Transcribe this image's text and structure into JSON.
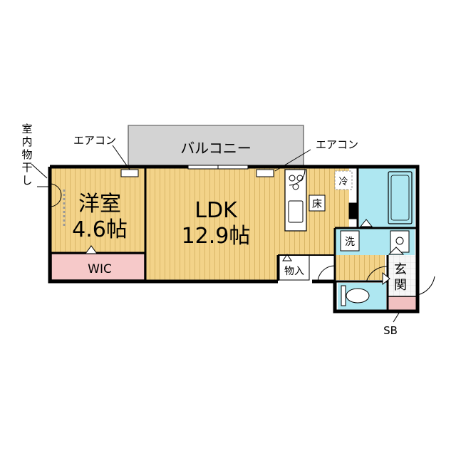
{
  "plan": {
    "balcony": "バルコニー",
    "aircon_left": "エアコン",
    "aircon_right": "エアコン",
    "indoor_drying": [
      "室",
      "内",
      "物",
      "干",
      "し"
    ],
    "western_room_name": "洋室",
    "western_room_size": "4.6帖",
    "wic": "WIC",
    "ldk_name": "LDK",
    "ldk_size": "12.9帖",
    "storage": "物入",
    "floor": "床",
    "fridge": "冷",
    "washer": "洗",
    "entrance": [
      "玄",
      "関"
    ],
    "shoe_box": "SB"
  },
  "colors": {
    "wall": "#000000",
    "wood_floor": "#f3d389",
    "wood_stripe": "#d9b667",
    "wic": "#f6c9c9",
    "wet_area": "#aee7f1",
    "balcony": "#d3d3d3",
    "entrance_floor": "#f1c1c1"
  }
}
